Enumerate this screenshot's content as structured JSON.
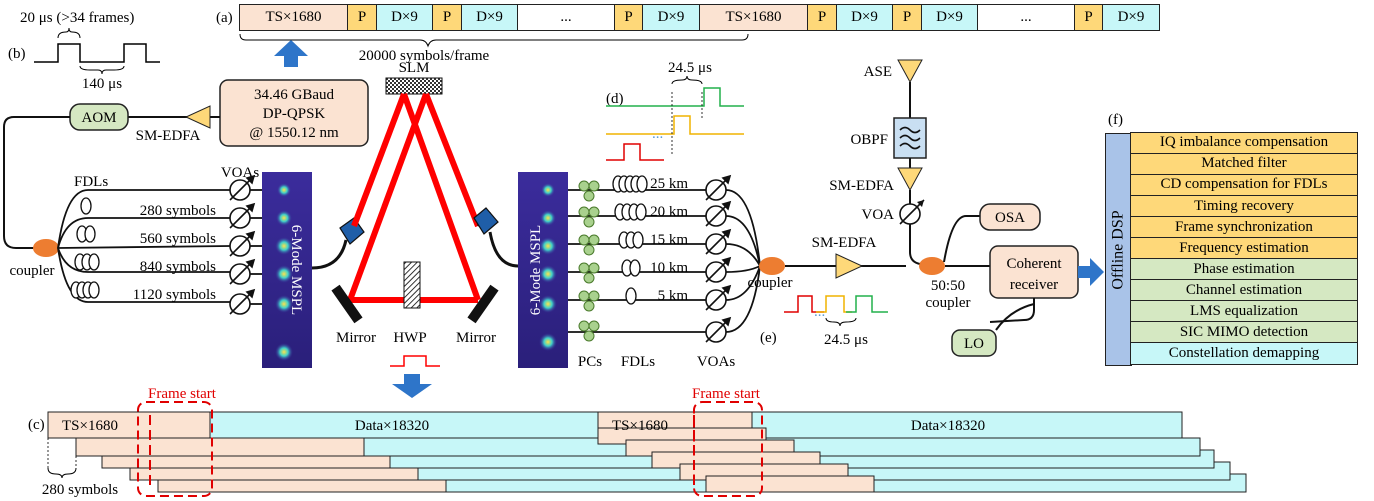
{
  "panel_labels": {
    "a": "(a)",
    "b": "(b)",
    "c": "(c)",
    "d": "(d)",
    "e": "(e)",
    "f": "(f)"
  },
  "frame_a": {
    "segments": [
      "TS×1680",
      "P",
      "D×9",
      "P",
      "D×9",
      "...",
      "P",
      "D×9",
      "TS×1680",
      "P",
      "D×9",
      "P",
      "D×9",
      "...",
      "P",
      "D×9"
    ],
    "caption": "20000 symbols/frame"
  },
  "pulse_b": {
    "top": "20 μs (>34 frames)",
    "bottom": "140 μs"
  },
  "transmitter": {
    "line1": "34.46 GBaud",
    "line2": "DP-QPSK",
    "line3": "@ 1550.12 nm"
  },
  "components": {
    "aom": "AOM",
    "sm_edfa_tx": "SM-EDFA",
    "fdls_tx": "FDLs",
    "vo_as_tx": "VOAs",
    "coupler_tx": "coupler",
    "mspl": "6-Mode MSPL",
    "slm": "SLM",
    "mirror_left": "Mirror",
    "hwp": "HWP",
    "mirror_right": "Mirror",
    "pcs": "PCs",
    "fdls_rx": "FDLs",
    "vo_as_rx": "VOAs",
    "coupler_rx": "coupler",
    "sm_edfa_rx": "SM-EDFA",
    "ase": "ASE",
    "obpf": "OBPF",
    "sm_edfa_ase": "SM-EDFA",
    "voa": "VOA",
    "osa": "OSA",
    "coupler_5050_a": "50:50",
    "coupler_5050_b": "coupler",
    "rx_line1": "Coherent",
    "rx_line2": "receiver",
    "lo": "LO"
  },
  "delays_tx": [
    "280 symbols",
    "560 symbols",
    "840 symbols",
    "1120 symbols"
  ],
  "delays_rx": [
    "25 km",
    "20 km",
    "15 km",
    "10 km",
    "5 km"
  ],
  "timing": {
    "d": "24.5 μs",
    "e": "24.5 μs"
  },
  "dsp": {
    "title": "Offline DSP",
    "steps": [
      "IQ imbalance compensation",
      "Matched filter",
      "CD compensation for FDLs",
      "Timing recovery",
      "Frame synchronization",
      "Frequency estimation",
      "Phase estimation",
      "Channel estimation",
      "LMS equalization",
      "SIC MIMO detection",
      "Constellation demapping"
    ]
  },
  "frame_c": {
    "ts": "TS×1680",
    "data": "Data×18320",
    "frame_start": "Frame start",
    "offset": "280 symbols"
  },
  "colors": {
    "ts": "#fbe3d2",
    "pilot": "#fed879",
    "data": "#c7f7f8",
    "dsp_rx_steps": "#d5e8c2",
    "beam": "#ff0000",
    "arrow": "#2e75c9",
    "coupler": "#ed7d31",
    "amplifier": "#fed879"
  }
}
